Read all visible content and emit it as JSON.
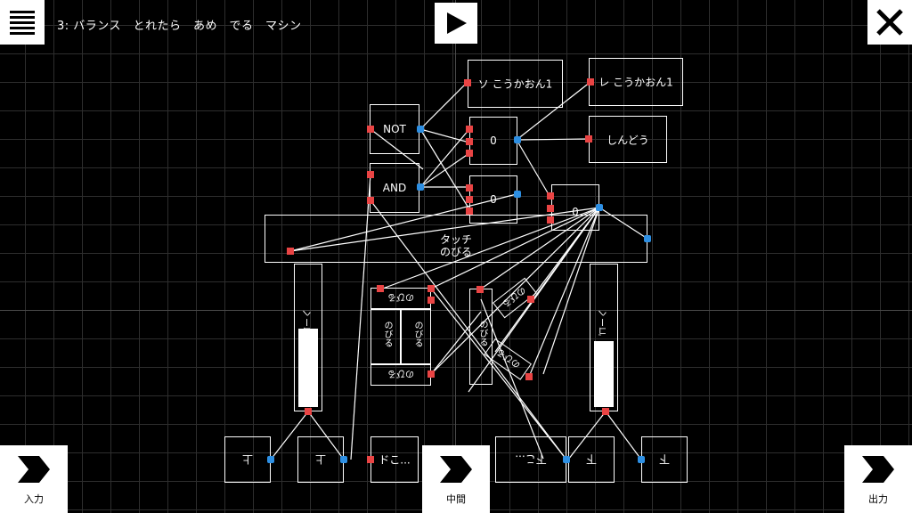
{
  "title": "3: バランス　とれたら　あめ　でる　マシン",
  "toolbar": {
    "menu_icon": "hamburger-icon",
    "play_icon": "play-icon",
    "close_icon": "close-icon"
  },
  "corners": {
    "input_label": "入力",
    "middle_label": "中間",
    "output_label": "出力"
  },
  "nodes": {
    "not": "NOT",
    "and": "AND",
    "so_note": "ソ こうかおん1",
    "re_note": "レ こうかおん1",
    "counter_top": "0",
    "counter_mid": "0",
    "counter_right": "0",
    "vibrate": "しんどう",
    "touch_line1": "タッチ",
    "touch_line2": "のびる",
    "slider_left": "ゴーヘ",
    "slider_right": "ゴーヘ",
    "nobiru1": "のびる",
    "nobiru2": "のびる",
    "nobiru3": "のびる",
    "nobiru4": "のびる",
    "nobiru5": "のびる",
    "nobiru6": "のびる",
    "nobiru7": "のびる",
    "up1": "上",
    "up2": "上",
    "doko": "ドこ...",
    "down_dots": "下こ...",
    "down1": "下",
    "down2": "下"
  },
  "colors": {
    "input_pin": "#e94444",
    "output_pin": "#2d8fe3",
    "grid": "#2e2e2e",
    "background": "#000000"
  }
}
